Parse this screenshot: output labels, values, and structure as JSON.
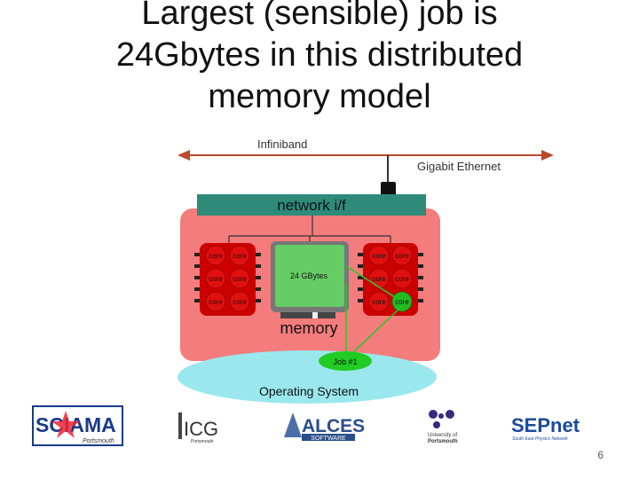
{
  "slide": {
    "title_lines": [
      "Largest (sensible) job is",
      "24Gbytes in this distributed",
      "memory model"
    ],
    "page_number": "6"
  },
  "diagram": {
    "infiniband_label": "Infiniband",
    "gigabit_label": "Gigabit Ethernet",
    "network_label": "network i/f",
    "memory_size_label": "24 GBytes",
    "memory_label": "memory",
    "job_label": "Job #1",
    "os_label": "Operating System",
    "core_label": "core"
  },
  "logos": {
    "sciama_text": "SCIAMA",
    "sciama_sub": "Portsmouth",
    "icg_text": "ICG",
    "icg_sub": "Portsmouth",
    "alces_text": "ALCES",
    "alces_sub": "SOFTWARE",
    "uop_line1": "University of",
    "uop_line2": "Portsmouth",
    "sepnet_text": "SEPnet",
    "sepnet_sub": "South East Physics Network"
  },
  "colors": {
    "node_bg": "#f47c7c",
    "network_bar": "#2e8b7a",
    "cpu_red": "#cc0000",
    "memory_green": "#66cc66",
    "os_cyan": "#9ae8ee",
    "arrow": "#b94a2a"
  }
}
